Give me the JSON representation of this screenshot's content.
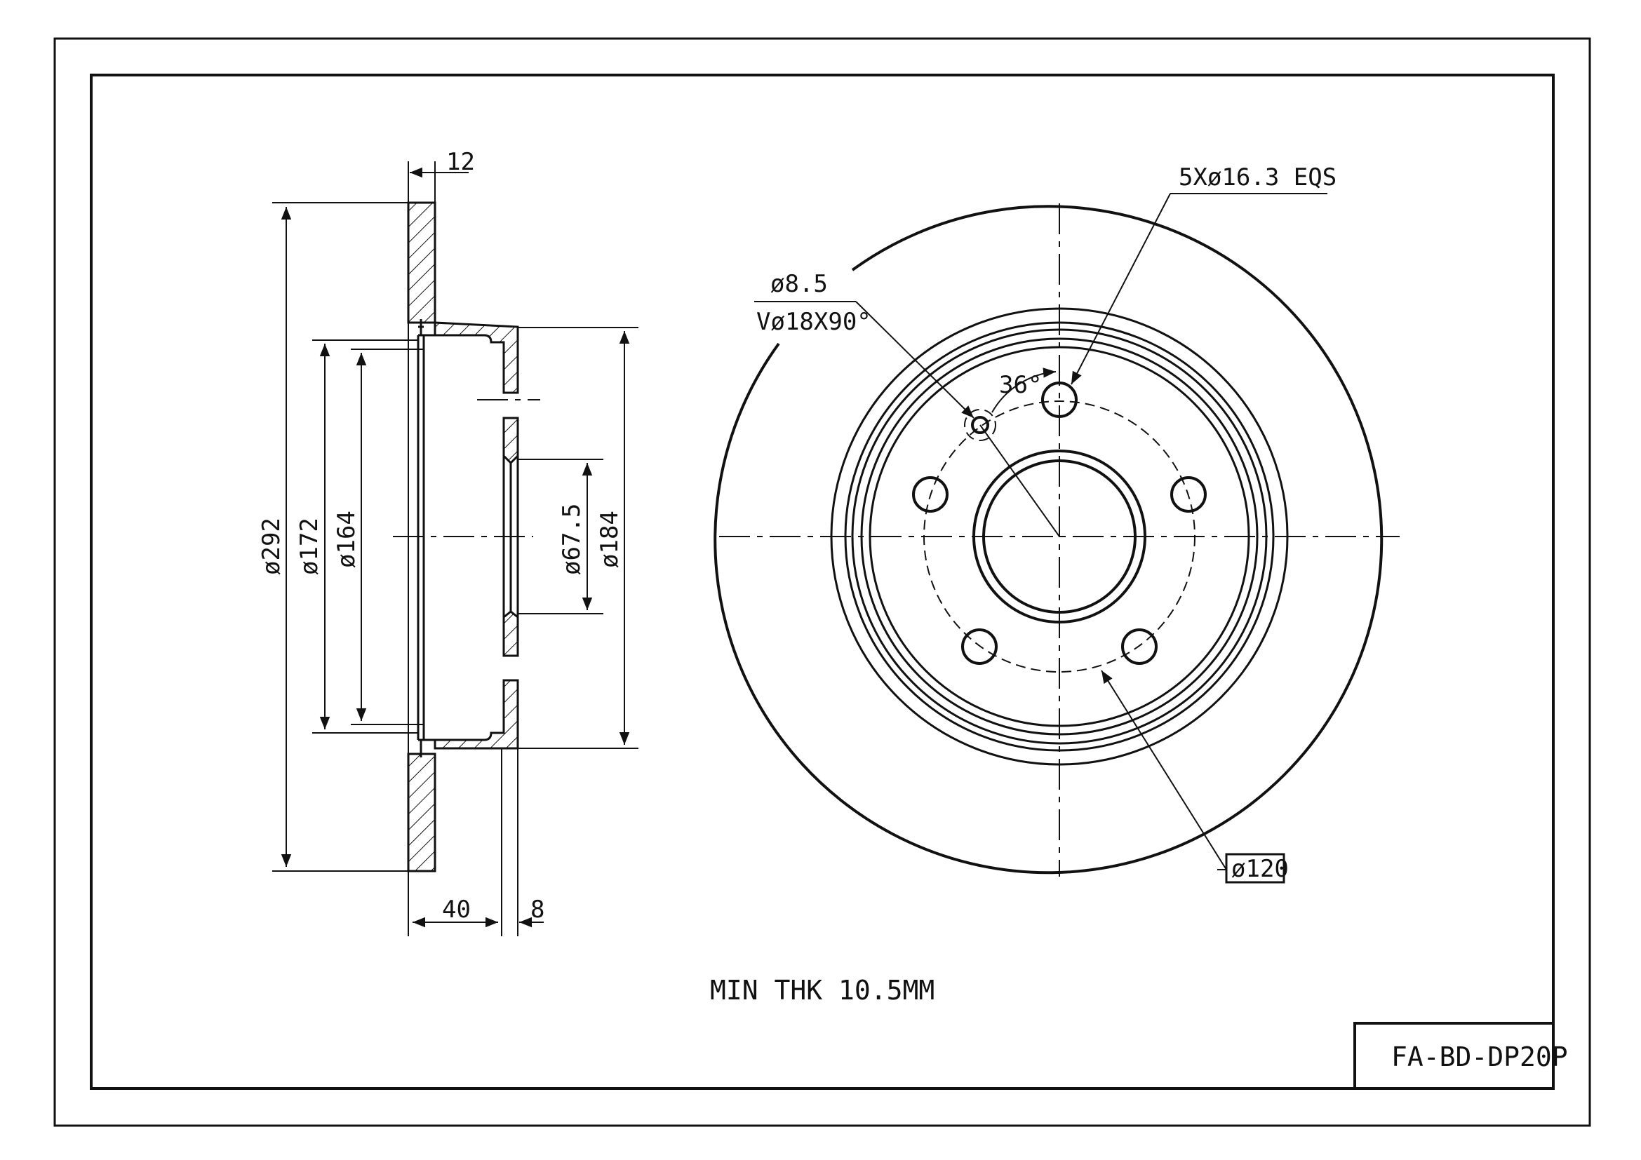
{
  "drawing": {
    "dimensions": {
      "thickness_top": "12",
      "dia_outer": "ø292",
      "dia_172": "ø172",
      "dia_164": "ø164",
      "dia_center_bore": "ø67.5",
      "dia_hat": "ø184",
      "offset_40": "40",
      "offset_8": "8",
      "bolt_holes": "5Xø16.3 EQS",
      "small_hole": "ø8.5",
      "countersink": "Vø18X90°",
      "angle": "36°",
      "pcd": "ø120"
    },
    "note": "MIN THK 10.5MM",
    "part_number": "FA-BD-DP20P"
  },
  "colors": {
    "line": "#111111",
    "background": "#ffffff"
  }
}
